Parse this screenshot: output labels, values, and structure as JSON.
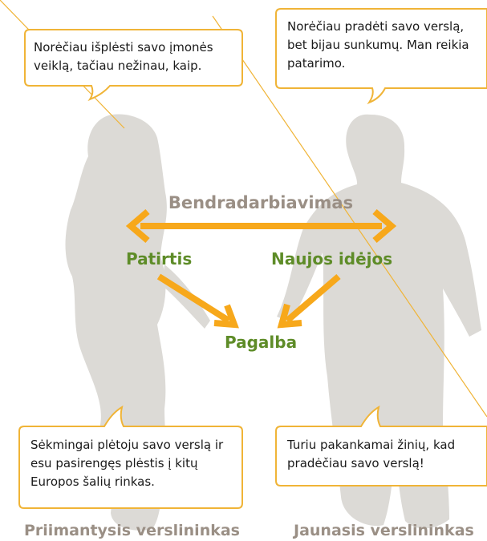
{
  "bubbles": {
    "top_left": "Norėčiau išplėsti savo įmonės veiklą, tačiau nežinau, kaip.",
    "top_right": "Norėčiau pradėti savo verslą, bet bijau sunkumų. Man reikia patarimo.",
    "bottom_left": "Sėkmingai plėtoju savo verslą ir esu pasirengęs plėstis į kitų Europos šalių rinkas.",
    "bottom_right": "Turiu pakankamai žinių, kad pradėčiau savo verslą!"
  },
  "labels": {
    "collaboration": "Bendradarbiavimas",
    "experience": "Patirtis",
    "new_ideas": "Naujos idėjos",
    "help": "Pagalba",
    "left_person": "Priimantysis verslininkas",
    "right_person": "Jaunasis verslininkas"
  },
  "colors": {
    "arrow": "#f7a81b",
    "bubble_border": "#f0b437",
    "silhouette": "#dcdad6",
    "green_text": "#5e8c28",
    "grey_text": "#9a8f85"
  }
}
